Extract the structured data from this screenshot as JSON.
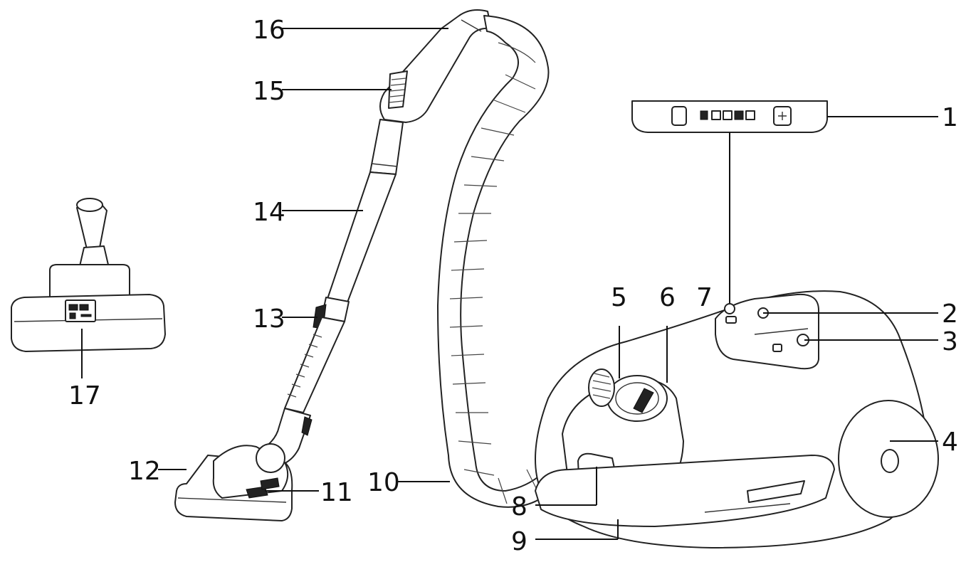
{
  "colors": {
    "line": "#111111",
    "background": "#ffffff"
  },
  "callouts": {
    "c1": "1",
    "c2": "2",
    "c3": "3",
    "c4": "4",
    "c5": "5",
    "c6": "6",
    "c7": "7",
    "c8": "8",
    "c9": "9",
    "c10": "10",
    "c11": "11",
    "c12": "12",
    "c13": "13",
    "c14": "14",
    "c15": "15",
    "c16": "16",
    "c17": "17"
  }
}
